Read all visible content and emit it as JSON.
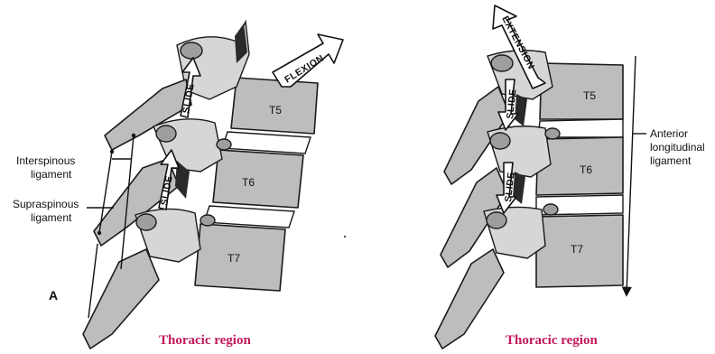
{
  "left_panel": {
    "panel_letter": "A",
    "motion_label": "FLEXION",
    "slide_upper": "SLIDE",
    "slide_lower": "SLIDE",
    "vertebrae": [
      "T5",
      "T6",
      "T7"
    ],
    "interspinous_label_line1": "Interspinous",
    "interspinous_label_line2": "ligament",
    "supraspinous_label_line1": "Supraspinous",
    "supraspinous_label_line2": "ligament",
    "caption": "Thoracic region"
  },
  "right_panel": {
    "motion_label": "EXTENSION",
    "slide_upper": "SLIDE",
    "slide_lower": "SLIDE",
    "vertebrae": [
      "T5",
      "T6",
      "T7"
    ],
    "anterior_label_line1": "Anterior",
    "anterior_label_line2": "longitudinal",
    "anterior_label_line3": "ligament",
    "caption": "Thoracic region"
  },
  "colors": {
    "caption": "#c2185b",
    "bone": "#bdbdbd",
    "ink": "#111111"
  }
}
